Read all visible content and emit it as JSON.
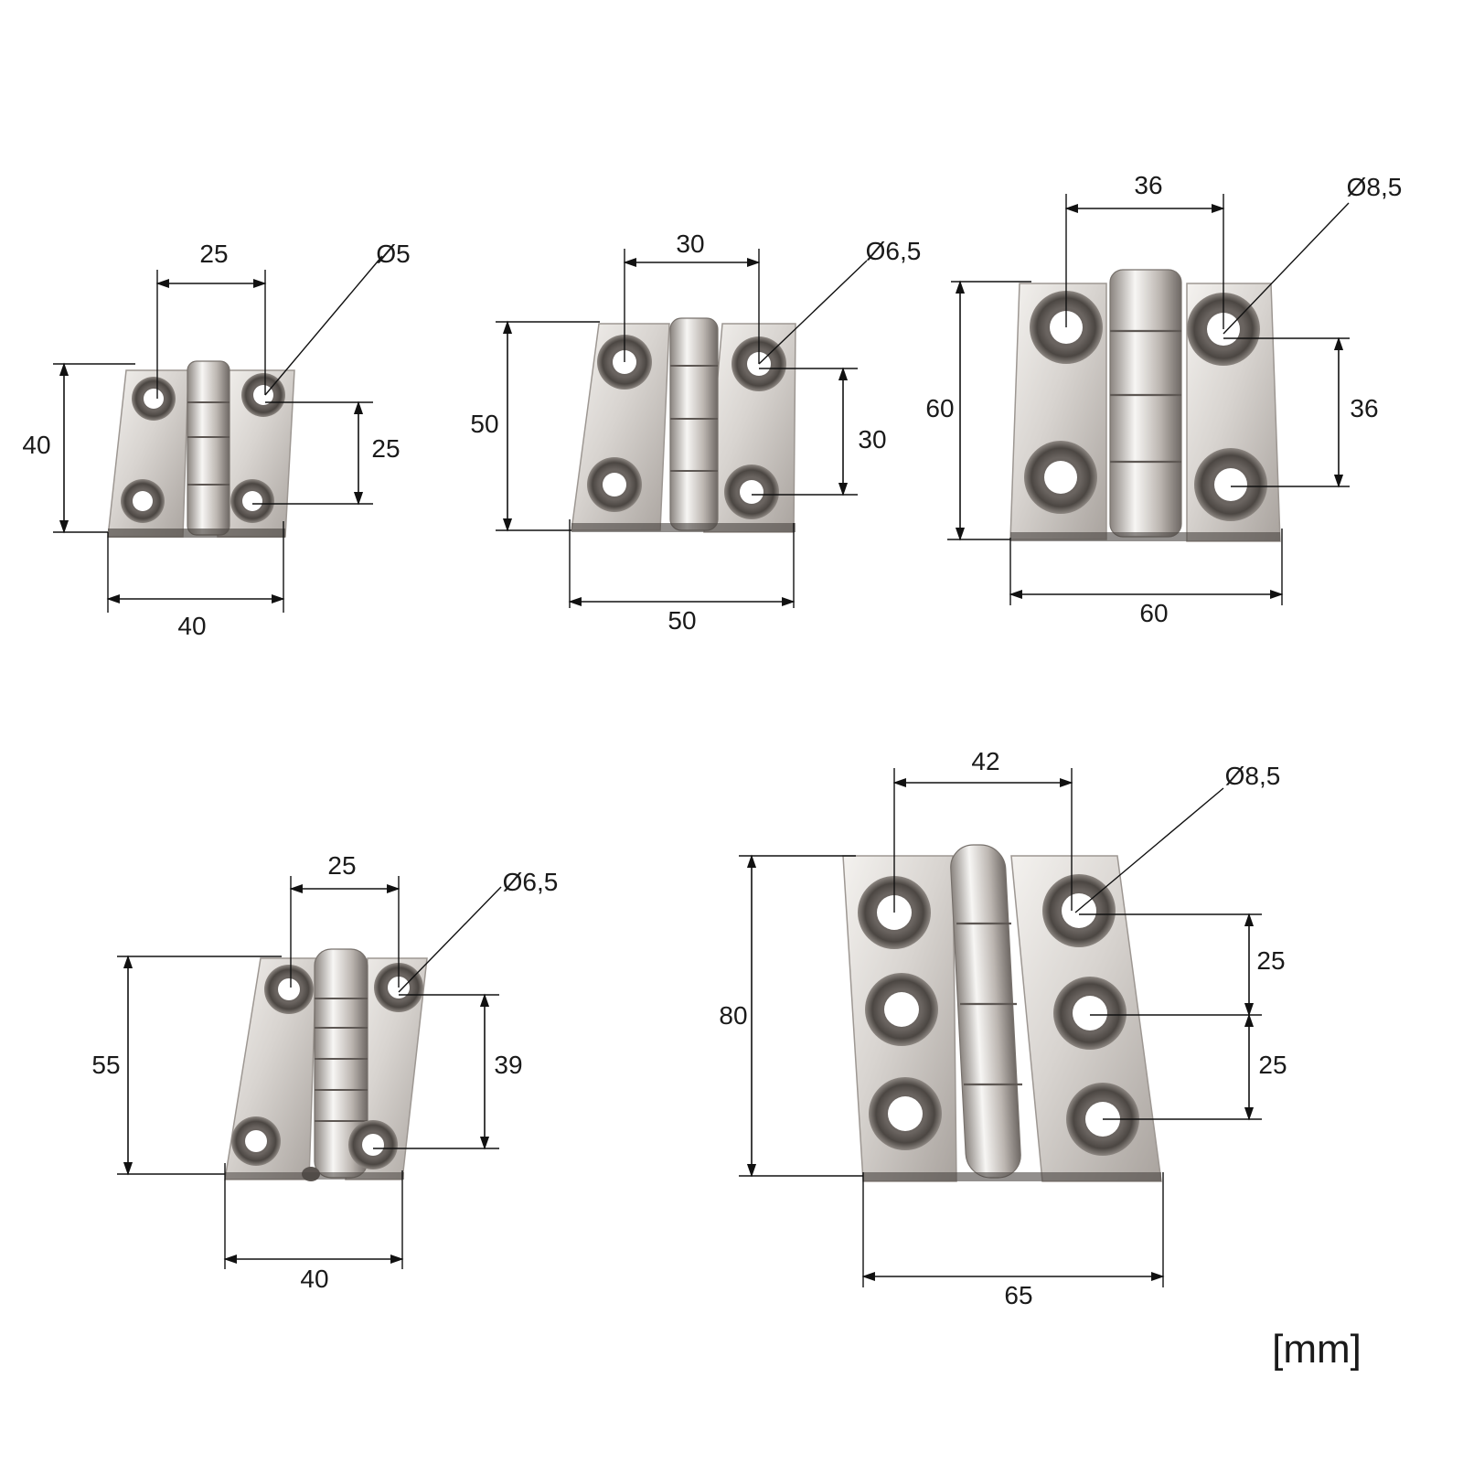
{
  "unit_label": "[mm]",
  "colors": {
    "metal_light": "#e9e7e4",
    "metal_mid": "#bdb8b3",
    "metal_dark": "#55504c",
    "line": "#111111"
  },
  "hinges": [
    {
      "name": "hinge-40x40",
      "width_label": "40",
      "height_label": "40",
      "hole_spacing_h_label": "25",
      "hole_spacing_v_label": "25",
      "hole_diameter_label": "Ø5"
    },
    {
      "name": "hinge-50x50",
      "width_label": "50",
      "height_label": "50",
      "hole_spacing_h_label": "30",
      "hole_spacing_v_label": "30",
      "hole_diameter_label": "Ø6,5"
    },
    {
      "name": "hinge-60x60",
      "width_label": "60",
      "height_label": "60",
      "hole_spacing_h_label": "36",
      "hole_spacing_v_label": "36",
      "hole_diameter_label": "Ø8,5"
    },
    {
      "name": "hinge-40x55",
      "width_label": "40",
      "height_label": "55",
      "hole_spacing_h_label": "25",
      "hole_spacing_v_label": "39",
      "hole_diameter_label": "Ø6,5"
    },
    {
      "name": "hinge-65x80",
      "width_label": "65",
      "height_label": "80",
      "hole_spacing_h_label": "42",
      "hole_spacing_v_labels": [
        "25",
        "25"
      ],
      "hole_diameter_label": "Ø8,5"
    }
  ]
}
